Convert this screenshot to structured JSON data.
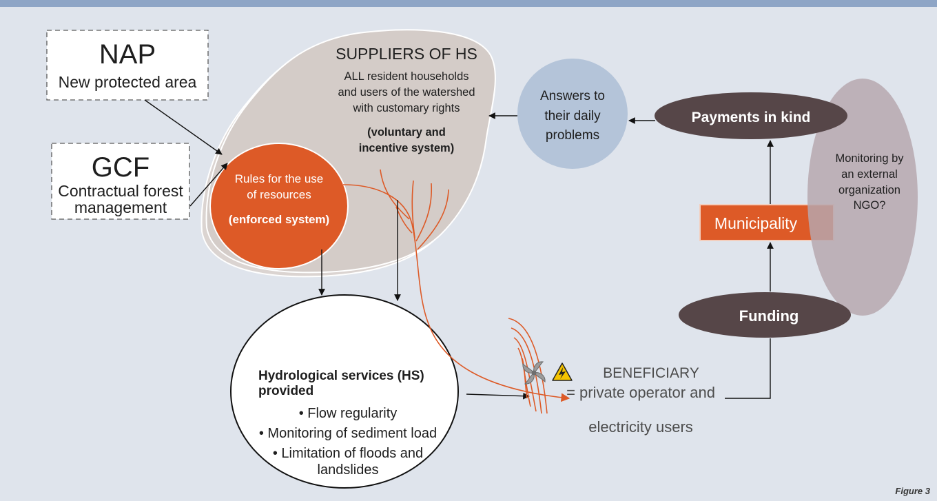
{
  "colors": {
    "background": "#dfe4ec",
    "top_bar": "#8ea5c6",
    "orange": "#dd5a27",
    "suppliers_fill": "#d4ccc8",
    "answers_fill": "#b4c4d9",
    "dark_ellipse": "#564648",
    "monitoring_fill": "#b6a7ae"
  },
  "nap": {
    "title": "NAP",
    "subtitle": "New protected area"
  },
  "gcf": {
    "title": "GCF",
    "subtitle_lines": [
      "Contractual forest",
      "management"
    ]
  },
  "suppliers": {
    "title": "SUPPLIERS OF HS",
    "description_lines": [
      "ALL resident households",
      "and users of the watershed",
      "with customary rights"
    ],
    "system_lines": [
      "(voluntary and",
      "incentive system)"
    ]
  },
  "rules": {
    "label_lines": [
      "Rules for the use",
      "of resources"
    ],
    "system": "(enforced system)"
  },
  "hydrological_services": {
    "title_lines": [
      "Hydrological services (HS)",
      "provided"
    ],
    "items": [
      "• Flow regularity",
      "• Monitoring of sediment load",
      "• Limitation of floods and",
      "landslides"
    ]
  },
  "answers": {
    "label_lines": [
      "Answers to",
      "their daily",
      "problems"
    ]
  },
  "payments": {
    "label": "Payments in kind"
  },
  "monitoring": {
    "label_lines": [
      "Monitoring by",
      "an external",
      "organization",
      "NGO?"
    ]
  },
  "municipality": {
    "label": "Municipality"
  },
  "funding": {
    "label": "Funding"
  },
  "beneficiary": {
    "title": "BENEFICIARY",
    "lines": [
      "= private operator and",
      "electricity users"
    ]
  },
  "icons": {
    "turbine": "turbine-icon",
    "warning": "warning-icon"
  },
  "caption": "Figure 3"
}
